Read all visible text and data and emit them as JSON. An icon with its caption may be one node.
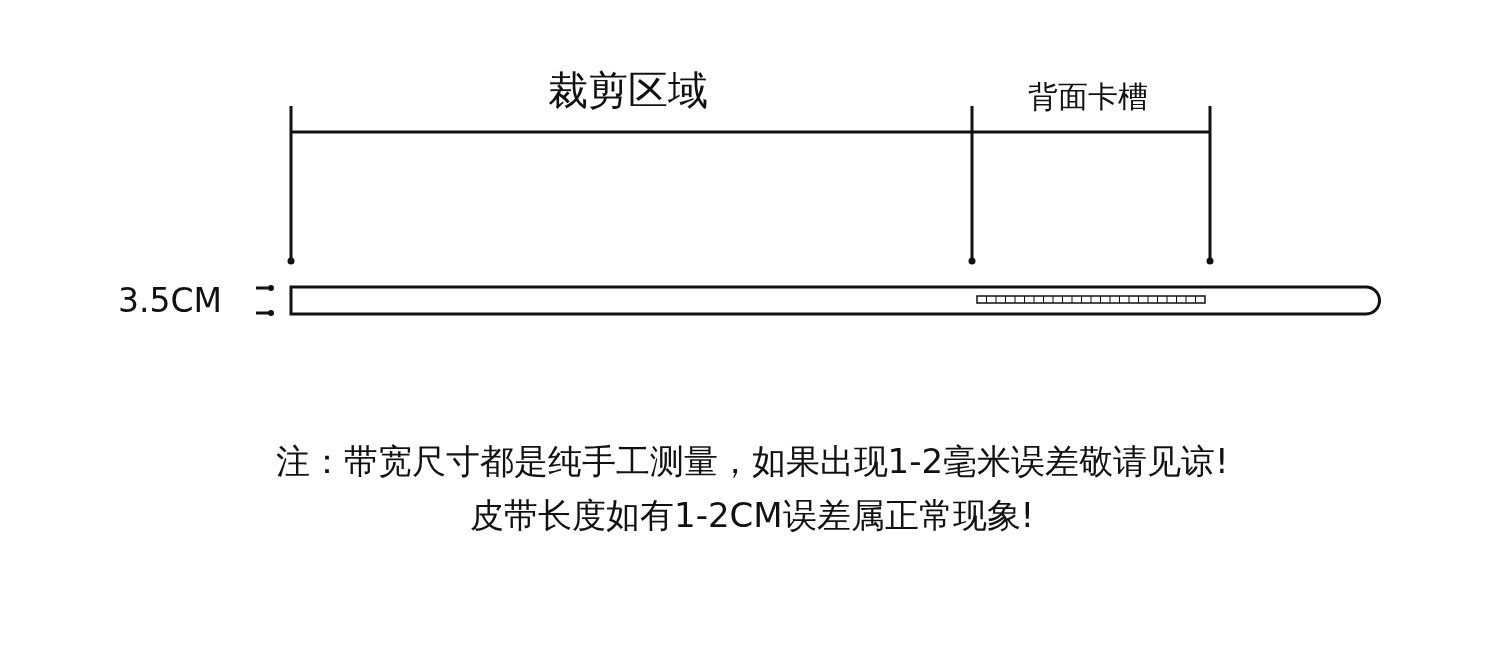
{
  "diagram": {
    "labels": [
      "裁剪区域",
      "背面卡槽",
      "3.5CM",
      "注：带宽尺寸都是纯手工测量，如果出现1-2毫米误差敬请见谅!",
      "皮带长度如有1-2CM误差属正常现象!"
    ]
  }
}
